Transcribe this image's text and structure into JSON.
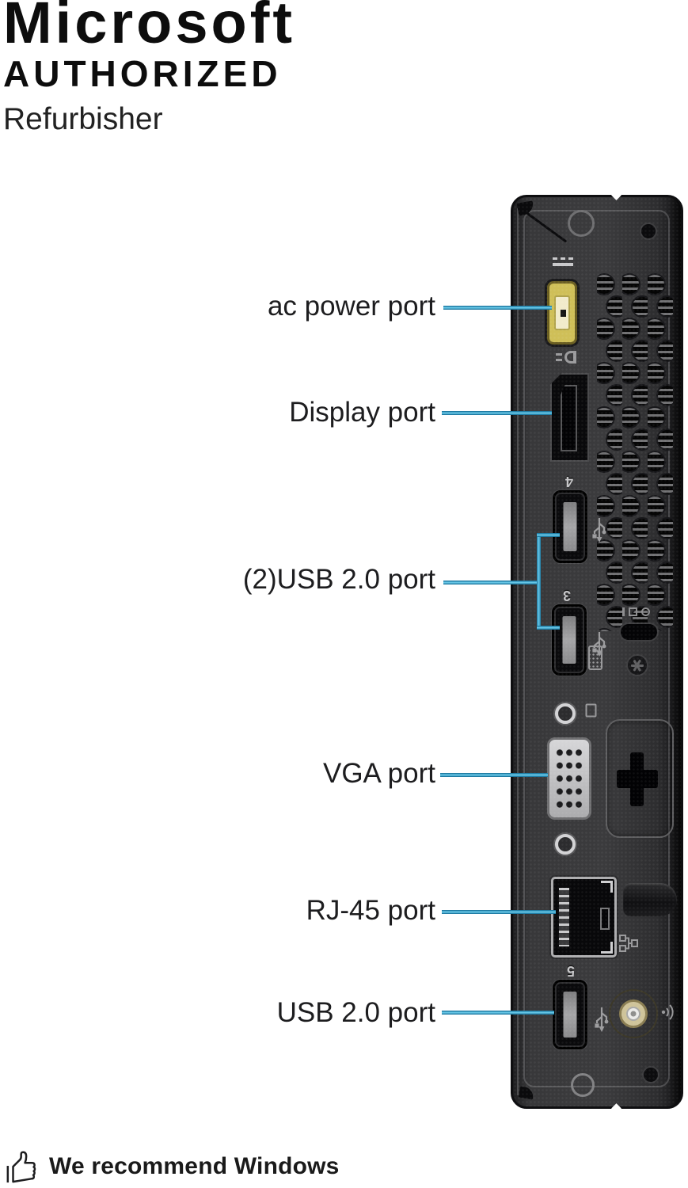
{
  "logo": {
    "microsoft": "Microsoft",
    "authorized": "AUTHORIZED",
    "refurbisher": "Refurbisher"
  },
  "callouts": [
    {
      "id": "ac-power",
      "text": "ac power port"
    },
    {
      "id": "display",
      "text": "Display port"
    },
    {
      "id": "usb-pair",
      "text": "(2)USB 2.0 port"
    },
    {
      "id": "vga",
      "text": "VGA port"
    },
    {
      "id": "rj45",
      "text": "RJ-45 port"
    },
    {
      "id": "usb-single",
      "text": "USB 2.0 port"
    }
  ],
  "device": {
    "port_numbers": {
      "usb4": "4",
      "usb3": "3",
      "usb5": "5"
    }
  },
  "footer": {
    "recommendation": "We recommend Windows"
  },
  "colors": {
    "callout_line": "#2E9BCB",
    "label_text": "#1D1D1F",
    "power_port_yellow": "#CFBF58",
    "case_dark": "#323234",
    "antenna_gold": "#A89A64"
  }
}
